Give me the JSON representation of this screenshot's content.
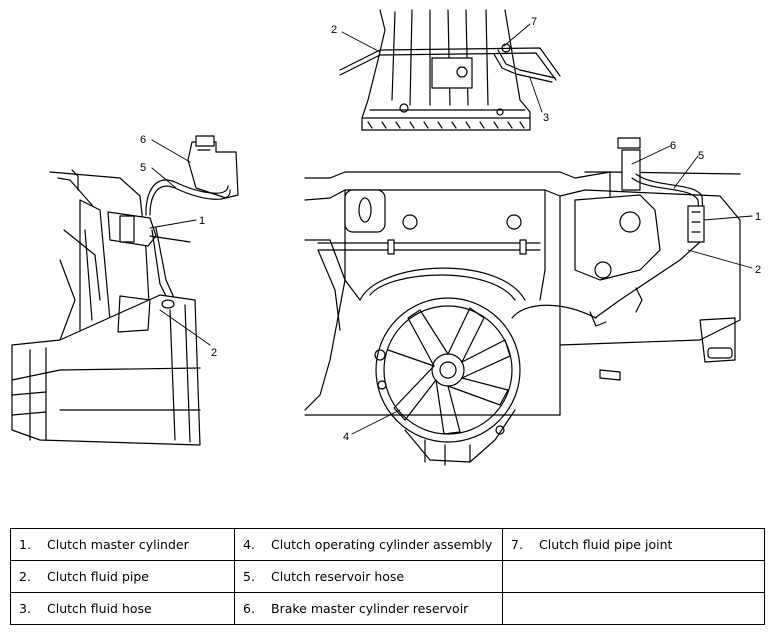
{
  "callouts": {
    "left": [
      "6",
      "5",
      "1",
      "2"
    ],
    "top": [
      "2",
      "7",
      "3"
    ],
    "right": [
      "6",
      "5",
      "1",
      "2",
      "4"
    ]
  },
  "legend": [
    [
      {
        "num": "1.",
        "label": "Clutch master cylinder"
      },
      {
        "num": "4.",
        "label": "Clutch operating cylinder assembly"
      },
      {
        "num": "7.",
        "label": "Clutch fluid pipe joint"
      }
    ],
    [
      {
        "num": "2.",
        "label": "Clutch fluid pipe"
      },
      {
        "num": "5.",
        "label": "Clutch reservoir hose"
      },
      {
        "num": "",
        "label": ""
      }
    ],
    [
      {
        "num": "3.",
        "label": "Clutch fluid hose"
      },
      {
        "num": "6.",
        "label": "Brake master cylinder reservoir"
      },
      {
        "num": "",
        "label": ""
      }
    ]
  ]
}
